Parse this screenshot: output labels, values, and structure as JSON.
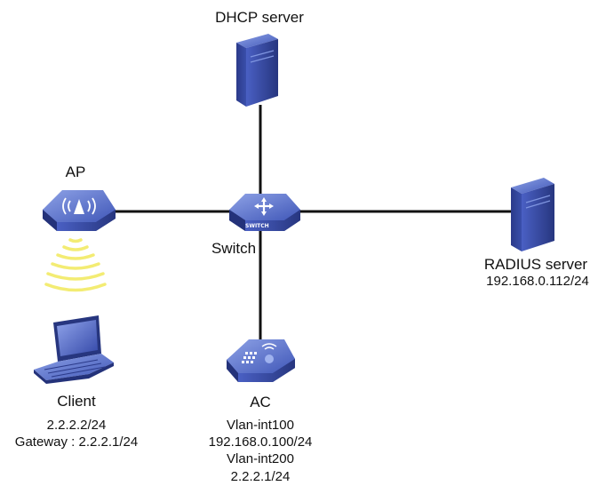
{
  "nodes": {
    "dhcp": {
      "label": "DHCP server"
    },
    "ap": {
      "label": "AP"
    },
    "switch": {
      "label": "Switch",
      "badge": "SWITCH"
    },
    "radius": {
      "label": "RADIUS server",
      "ip": "192.168.0.112/24"
    },
    "client": {
      "label": "Client",
      "ip": "2.2.2.2/24",
      "gateway": "Gateway : 2.2.2.1/24"
    },
    "ac": {
      "label": "AC",
      "vlan1_name": "Vlan-int100",
      "vlan1_ip": "192.168.0.100/24",
      "vlan2_name": "Vlan-int200",
      "vlan2_ip": "2.2.2.1/24"
    }
  },
  "colors": {
    "link": "#111111",
    "device_dark": "#2a3a8c",
    "device_mid": "#3f55b8",
    "device_light": "#6f86d8",
    "wifi_wave": "#f3ec73"
  }
}
